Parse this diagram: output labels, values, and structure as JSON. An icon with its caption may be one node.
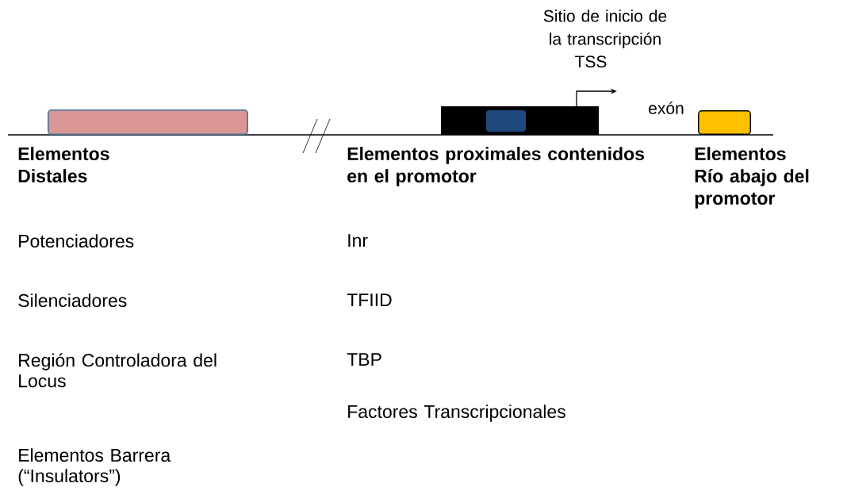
{
  "diagram": {
    "nodes": [
      {
        "text": [],
        "shape": "box"
      },
      {
        "text": [],
        "shape": "box"
      },
      {
        "text": [],
        "shape": "box",
        "in": 1
      },
      {
        "text": [],
        "shape": "box"
      }
    ],
    "labels": [
      "Sitio de inicio de la transcripción",
      "TSS",
      "exón",
      "Elementos Distales",
      "Elementos proximales contenidos en el promotor",
      "Elementos Río abajo del promotor",
      "Potenciadores",
      "Inr",
      "Silenciadores",
      "TFIID",
      "Región Controladora del Locus",
      "TBP",
      "Factores Transcripcionales",
      "Elementos Barrera (“Insulators”)"
    ]
  }
}
